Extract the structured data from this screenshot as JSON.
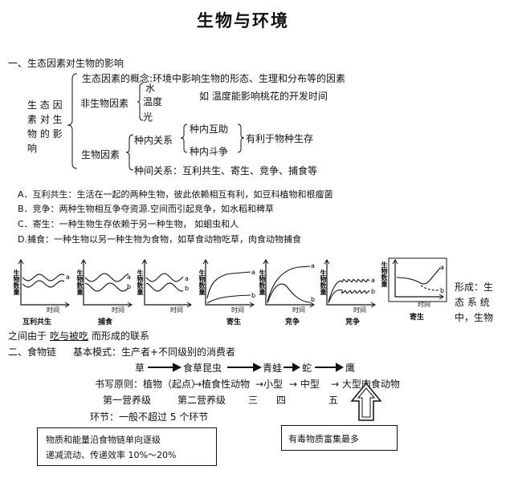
{
  "title": "生物与环境",
  "section1": {
    "heading": "一、生态因素对生物的影响",
    "brace_label": [
      "生 态 因",
      "素 对 生",
      "物 的 影",
      "响"
    ],
    "concept": "生态因素的概念:环境中影响生物的形态、生理和分布等的因素",
    "nonbio_label": "非生物因素",
    "nonbio_items": [
      "水",
      "温度",
      "光"
    ],
    "nonbio_example": "如 温度能影响桃花的开发时间",
    "bio_label": "生物因素",
    "intra_label": "种内关系",
    "intra_items": [
      "种内互助",
      "种内斗争"
    ],
    "intra_result": "有利于物种生存",
    "inter_text": "种间关系：互利共生、寄生、竞争、捕食等"
  },
  "relations": [
    "A．互利共生：生活在一起的两种生物，彼此依赖相互有利，如豆科植物和根瘤菌",
    "B．竞争：两种生物相互争夺资源.空间而引起竞争，如水稻和稗草",
    "C．寄生：一种生物生存依赖于另一种生物， 如蛔虫和人",
    "D.捕食：一种生物以另一种生物为食物，如草食动物吃草，肉食动物捕食"
  ],
  "graphs": {
    "y_label": "生物数量",
    "x_label": "时间",
    "captions": [
      "互利共生",
      "捕食",
      "",
      "寄生",
      "竞争",
      "竞争",
      "寄生"
    ],
    "series_names": [
      "a",
      "b"
    ]
  },
  "side_text": [
    "形成：生",
    "态 系 统",
    "中，生物"
  ],
  "continuation": {
    "prefix": "之间由于",
    "underlined": "吃与被吃",
    "suffix": "而形成的联系"
  },
  "section2": {
    "heading": "二、食物链",
    "mode": "基本模式：生产者+不同级别的消费者",
    "chain": [
      "草",
      "食草昆虫",
      "青蛙",
      "蛇",
      "鹰"
    ],
    "principle_label": "书写原则：植物（起点）",
    "principle_parts": [
      "→植食性动物",
      "→小型",
      "→ 中型",
      "→ 大型肉食动物"
    ],
    "levels": [
      "第一营养级",
      "第二营养级",
      "三",
      "四",
      "五"
    ],
    "links": "环节：一般不超过 5 个环节",
    "box_left": [
      "物质和能量沿食物链单向逐级",
      "递减流动、传递效率 10%～20%"
    ],
    "box_right": "有毒物质富集最多"
  }
}
